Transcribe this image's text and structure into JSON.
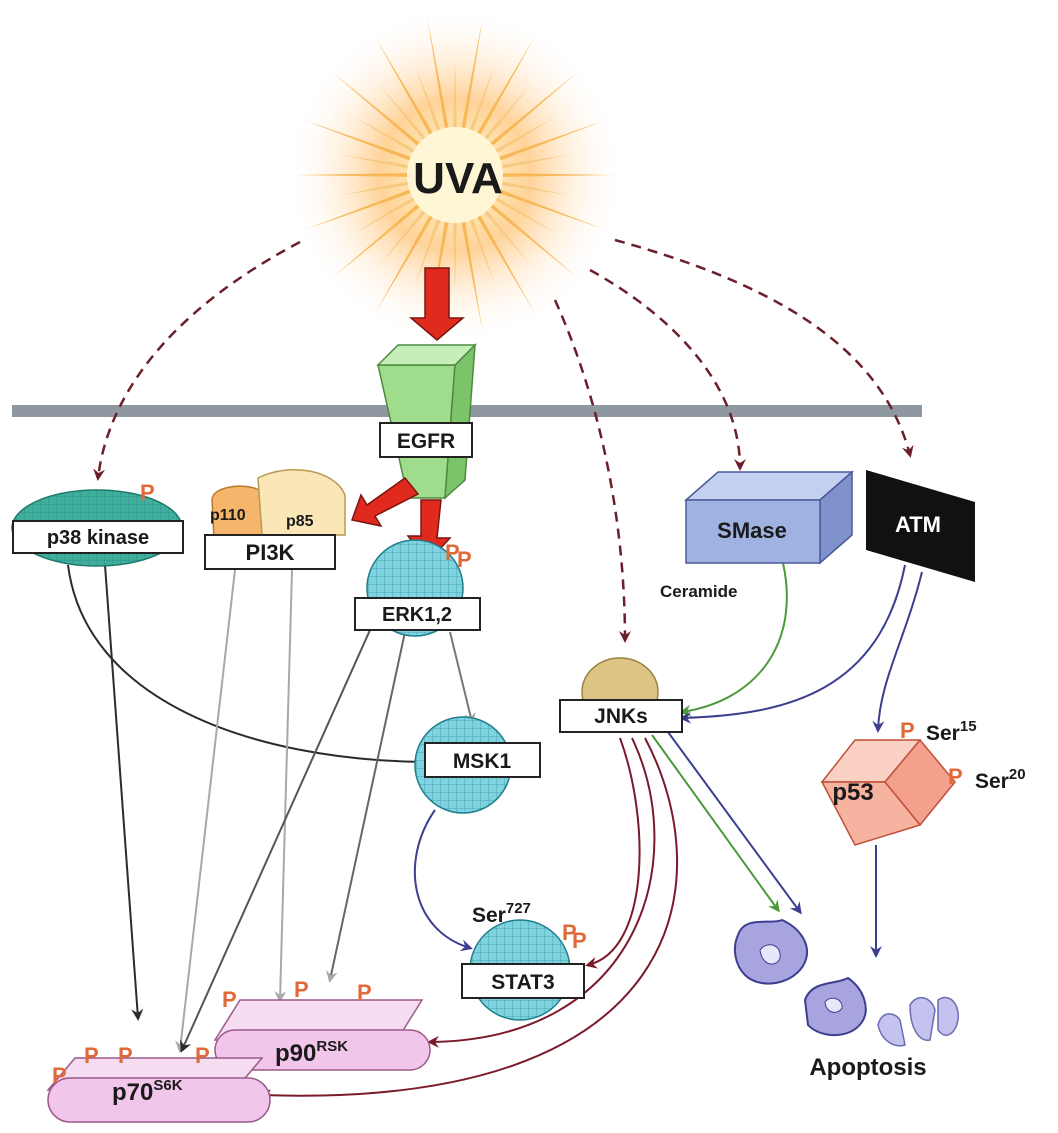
{
  "uva_label": "UVA",
  "nodes": {
    "egfr": "EGFR",
    "p38": "p38 kinase",
    "pi3k": "PI3K",
    "p110": "p110",
    "p85": "p85",
    "erk": "ERK1,2",
    "smase": "SMase",
    "ceramide": "Ceramide",
    "atm": "ATM",
    "jnks": "JNKs",
    "p53": "p53",
    "msk1": "MSK1",
    "stat3": "STAT3",
    "p90_base": "p90",
    "p90_sup": "RSK",
    "p70_base": "p70",
    "p70_sup": "S6K",
    "apoptosis": "Apoptosis"
  },
  "sites": {
    "ser15_base": "Ser",
    "ser15_sup": "15",
    "ser20_base": "Ser",
    "ser20_sup": "20",
    "ser727_base": "Ser",
    "ser727_sup": "727"
  },
  "phospho_mark": "P",
  "colors": {
    "red_arrow": "#e02a1e",
    "dashed_arrow": "#6b1f2a",
    "dark_arrow": "#2b2b2b",
    "gray_arrow": "#a8a8a8",
    "blue_arrow": "#3c3f8f",
    "green_arrow": "#4a9a3a",
    "maroon_arrow": "#7a1a2a",
    "membrane": "#8f98a0",
    "egfr_fill": "#9fdc8c",
    "teal_node": "#2a9aa8",
    "jnk_fill": "#c9b16a",
    "smase_fill": "#8fa4d8",
    "atm_fill": "#111111",
    "p53_fill": "#f3a08c",
    "rsk_fill": "#f2c6ea",
    "pi3k_fill": "#f5c27a",
    "phospho": "#e06a3a"
  }
}
